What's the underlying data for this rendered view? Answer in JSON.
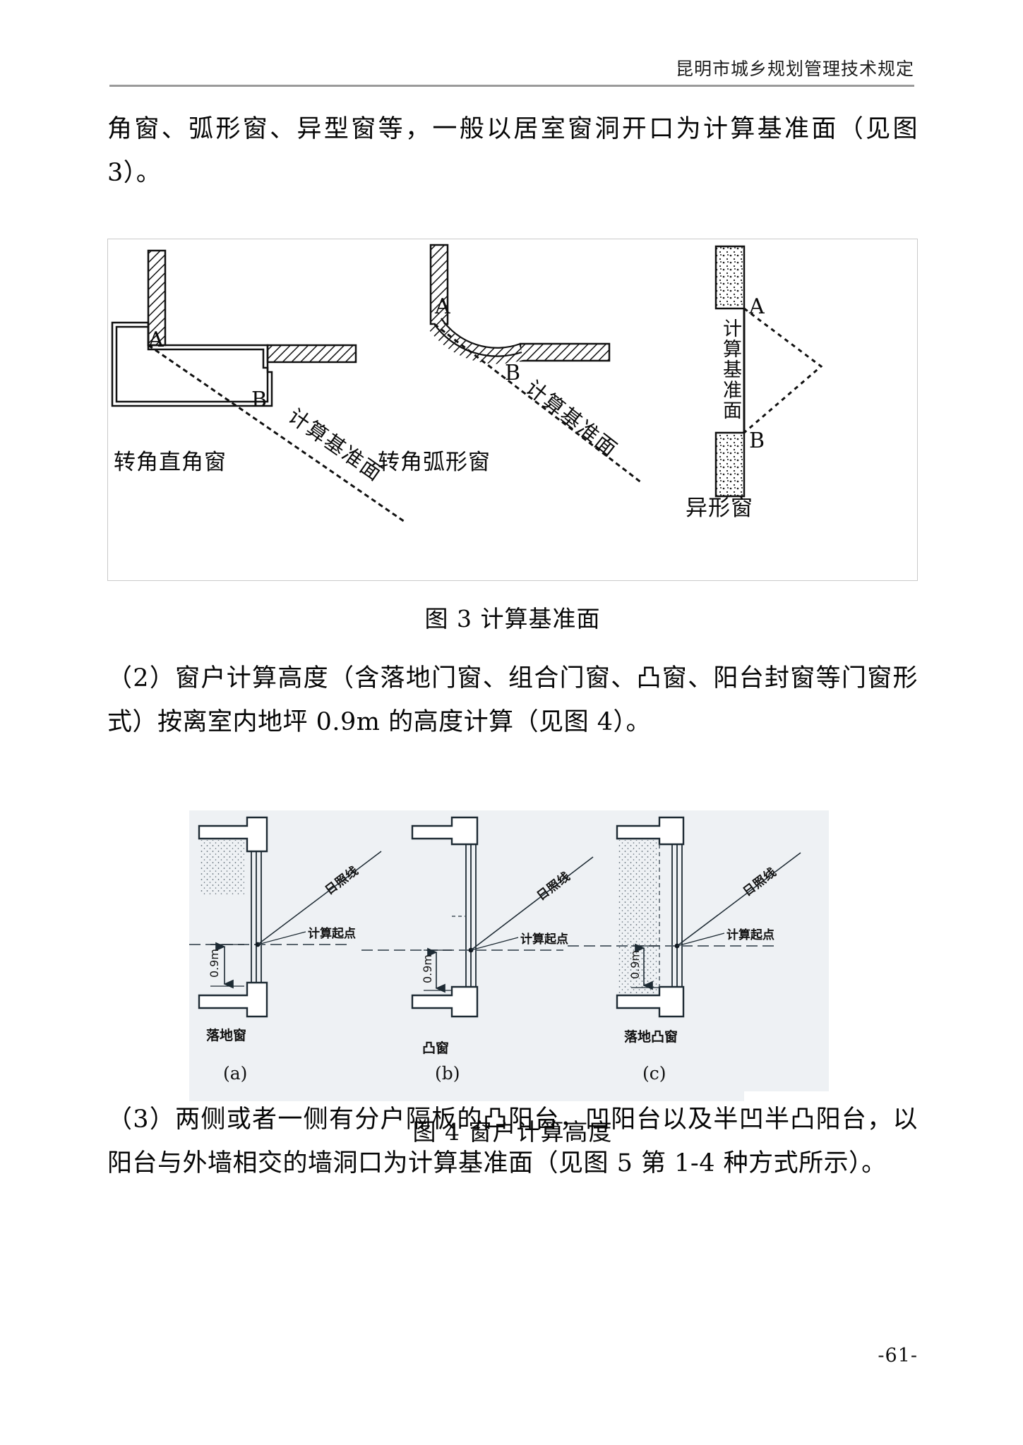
{
  "header": {
    "title": "昆明市城乡规划管理技术规定"
  },
  "paragraphs": {
    "p1_line1": "角窗、弧形窗、异型窗等，一般以居室窗洞开口为计算基准",
    "p1_line2": "面（见图 3）。",
    "p1_full": "角窗、弧形窗、异型窗等，一般以居室窗洞开口为计算基准面（见图 3）。",
    "p2_full": "（2）窗户计算高度（含落地门窗、组合门窗、凸窗、阳台封窗等门窗形式）按离室内地坪 0.9m 的高度计算（见图 4）。",
    "p3_full": "（3）两侧或者一侧有分户隔板的凸阳台，凹阳台以及半凹半凸阳台，以阳台与外墙相交的墙洞口为计算基准面（见图 5 第 1-4 种方式所示）。"
  },
  "figure3": {
    "caption": "图 3  计算基准面",
    "panels": [
      {
        "id": "corner-right-angle-window",
        "label": "转角直角窗",
        "point_a": "A",
        "point_b": "B",
        "baseline_label": "计算基准面"
      },
      {
        "id": "corner-arc-window",
        "label": "转角弧形窗",
        "point_a": "A",
        "point_b": "B",
        "baseline_label": "计算基准面"
      },
      {
        "id": "irregular-window",
        "label": "异形窗",
        "point_a": "A",
        "point_b": "B",
        "baseline_label": "计算基准面"
      }
    ]
  },
  "figure4": {
    "caption": "图 4  窗户计算高度",
    "panels": [
      {
        "id": "french-window",
        "label": "落地窗",
        "letter": "(a)",
        "sun_line": "日照线",
        "start_point": "计算起点",
        "dimension": "0.9m"
      },
      {
        "id": "bay-window",
        "label": "凸窗",
        "letter": "(b)",
        "sun_line": "日照线",
        "start_point": "计算起点",
        "dimension": "0.9m"
      },
      {
        "id": "french-bay-window",
        "label": "落地凸窗",
        "letter": "(c)",
        "sun_line": "日照线",
        "start_point": "计算起点",
        "dimension": "0.9m"
      }
    ]
  },
  "footer": {
    "page_number": "-61-"
  }
}
